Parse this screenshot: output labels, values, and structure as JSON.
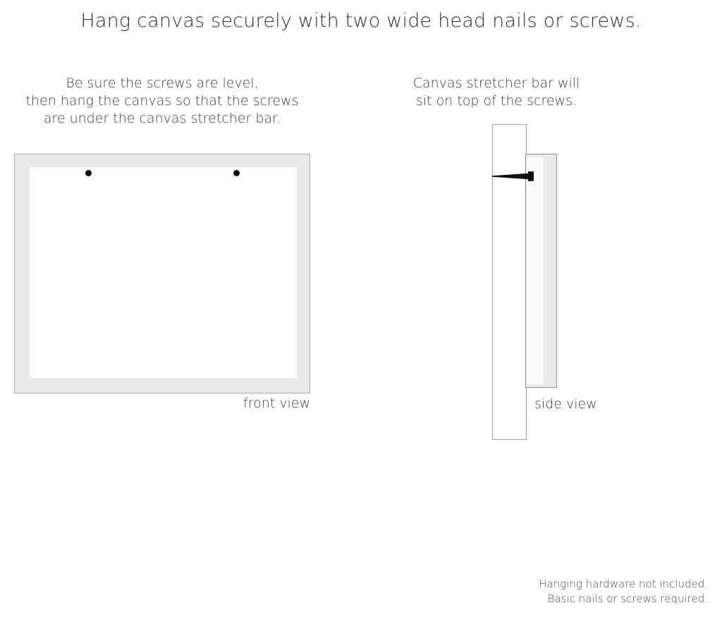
{
  "title": "Hang canvas securely with two wide head nails or screws.",
  "front_panel": {
    "caption_lines": [
      "Be sure the screws are level,",
      "then hang the canvas so that the screws",
      "are under the canvas stretcher bar."
    ],
    "view_label": "front view",
    "frame_color": "#eaeaea",
    "frame_border_color": "#a8a8a8",
    "inner_color": "#ffffff",
    "screw_marker_color": "#0b0b0b",
    "screw_count": 2
  },
  "side_panel": {
    "caption_lines": [
      "Canvas stretcher bar will",
      "sit on top of the screws."
    ],
    "view_label": "side view",
    "wall_color": "#ffffff",
    "wall_border_color": "#a0a0a0",
    "canvas_profile_color": "#eaeaea",
    "canvas_profile_border_color": "#8f8f8f",
    "stretcher_inner_color": "#fbfbfb",
    "screw_color": "#111111"
  },
  "footer": {
    "lines": [
      "Hanging hardware not included.",
      "Basic nails or screws required."
    ]
  },
  "icons": {
    "screw_dot": "screw-head-dot-icon",
    "screw_side": "screw-side-profile-icon"
  }
}
